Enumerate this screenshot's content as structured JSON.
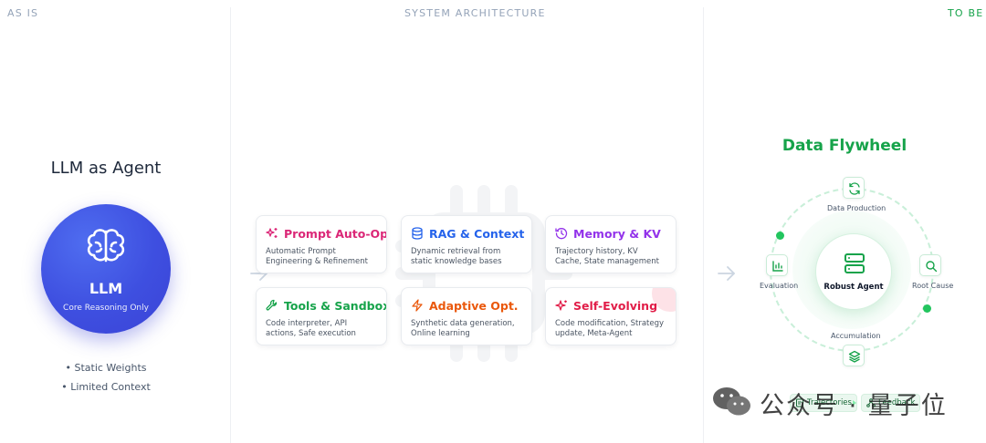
{
  "columns": {
    "left": "AS IS",
    "middle": "SYSTEM ARCHITECTURE",
    "right": "TO BE"
  },
  "left": {
    "title": "LLM as Agent",
    "circle_title": "LLM",
    "circle_subtitle": "Core Reasoning Only",
    "bullets": [
      "• Static Weights",
      "• Limited Context"
    ],
    "icon": "brain-icon"
  },
  "modules": [
    {
      "title": "Prompt Auto-Opt",
      "desc": "Automatic Prompt Engineering & Refinement",
      "color": "#db2777",
      "icon": "sparkles-icon"
    },
    {
      "title": "RAG & Context",
      "desc": "Dynamic retrieval from static knowledge bases",
      "color": "#2563eb",
      "icon": "database-icon"
    },
    {
      "title": "Memory & KV",
      "desc": "Trajectory history, KV Cache, State management",
      "color": "#9333ea",
      "icon": "history-icon"
    },
    {
      "title": "Tools & Sandbox",
      "desc": "Code interpreter, API actions, Safe execution",
      "color": "#16a34a",
      "icon": "wrench-icon"
    },
    {
      "title": "Adaptive Opt.",
      "desc": "Synthetic data generation, Online learning",
      "color": "#ea580c",
      "icon": "lightning-icon"
    },
    {
      "title": "Self-Evolving",
      "desc": "Code modification, Strategy update, Meta-Agent",
      "color": "#e11d48",
      "icon": "sparkle-icon"
    }
  ],
  "flywheel": {
    "title": "Data Flywheel",
    "center": "Robust Agent",
    "nodes": {
      "top": "Data Production",
      "right": "Root Cause",
      "bottom": "Accumulation",
      "left": "Evaluation"
    },
    "pills": [
      "Trajectories",
      "Feedback"
    ]
  },
  "watermark": "公众号 · 量子位",
  "colors": {
    "accent_blue": "#3e4fe0",
    "accent_green": "#16a34a",
    "label_gray": "#94a3b8"
  }
}
